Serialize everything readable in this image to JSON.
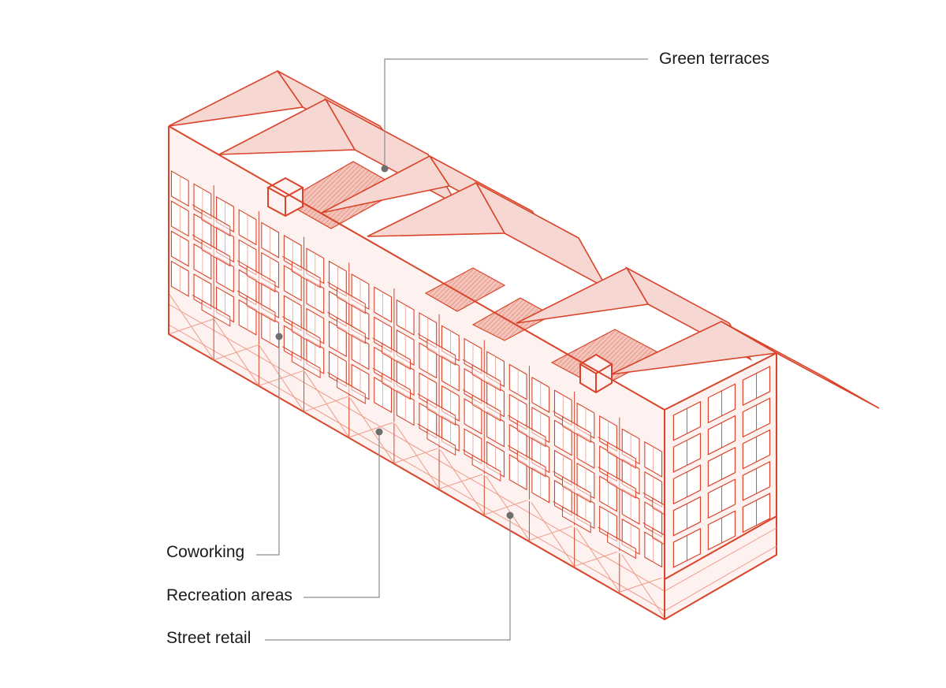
{
  "colors": {
    "outline": "#d9442a",
    "line_light": "#ef9a88",
    "roof_fill": "#f6d7d2",
    "wall_fill": "#fdf2f0",
    "terrace_fill": "#f3c4bb",
    "balcony_fill": "#e9e9e9",
    "leader": "#8c8c8c",
    "dot": "#6e6e6e",
    "text": "#1a1a1a"
  },
  "callouts": {
    "green_terraces": "Green terraces",
    "coworking": "Coworking",
    "recreation_areas": "Recreation areas",
    "street_retail": "Street retail"
  }
}
